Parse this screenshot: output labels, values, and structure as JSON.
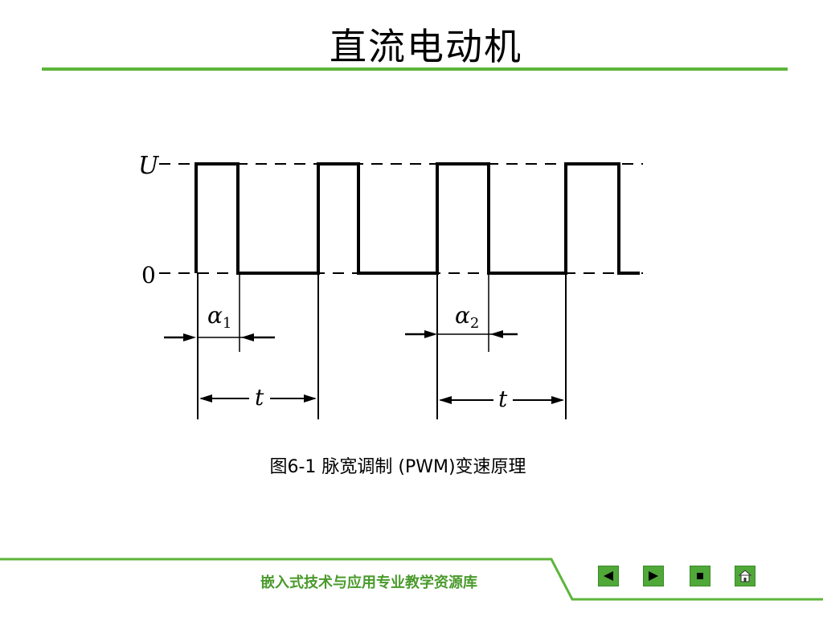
{
  "title": "直流电动机",
  "diagram": {
    "label_U": "U",
    "label_zero": "0",
    "alpha1_symbol": "α",
    "alpha1_sub": "1",
    "alpha2_symbol": "α",
    "alpha2_sub": "2",
    "t_label_1": "t",
    "t_label_2": "t"
  },
  "caption": "图6-1 脉宽调制 (PWM)变速原理",
  "footer": {
    "text": "嵌入式技术与应用专业教学资源库"
  },
  "nav": {
    "buttons": [
      "prev-icon",
      "next-icon",
      "stop-icon",
      "home-icon"
    ],
    "color": "#4fa838"
  },
  "colors": {
    "accent": "#5db53b",
    "footer_text": "#4a9a2c"
  }
}
